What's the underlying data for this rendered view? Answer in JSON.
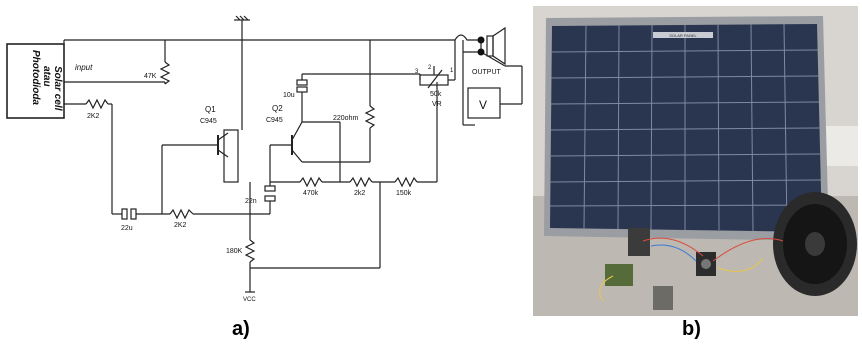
{
  "panel_a": {
    "caption": "a)",
    "source_box": [
      "Solar cell",
      "atau",
      "Photodioda"
    ],
    "input_label": "input",
    "components": {
      "r_47k": "47K",
      "r_2k2_in": "2K2",
      "q1": "Q1",
      "q1_type": "C945",
      "q2": "Q2",
      "q2_type": "C945",
      "c_10u": "10u",
      "r_220": "220ohm",
      "vr_value": "50k",
      "vr_name": "VR",
      "vr_pin3": "3",
      "vr_pin2": "2",
      "vr_pin1": "1",
      "output": "OUTPUT",
      "meter": "V",
      "c_22n": "22n",
      "r_470k": "470k",
      "r_2k2_mid": "2k2",
      "r_150k": "150k",
      "c_22u": "22u",
      "r_2k2_base": "2K2",
      "r_180k": "180K",
      "vcc": "VCC"
    }
  },
  "panel_b": {
    "caption": "b)",
    "panel_label": "SOLAR PANEL"
  }
}
